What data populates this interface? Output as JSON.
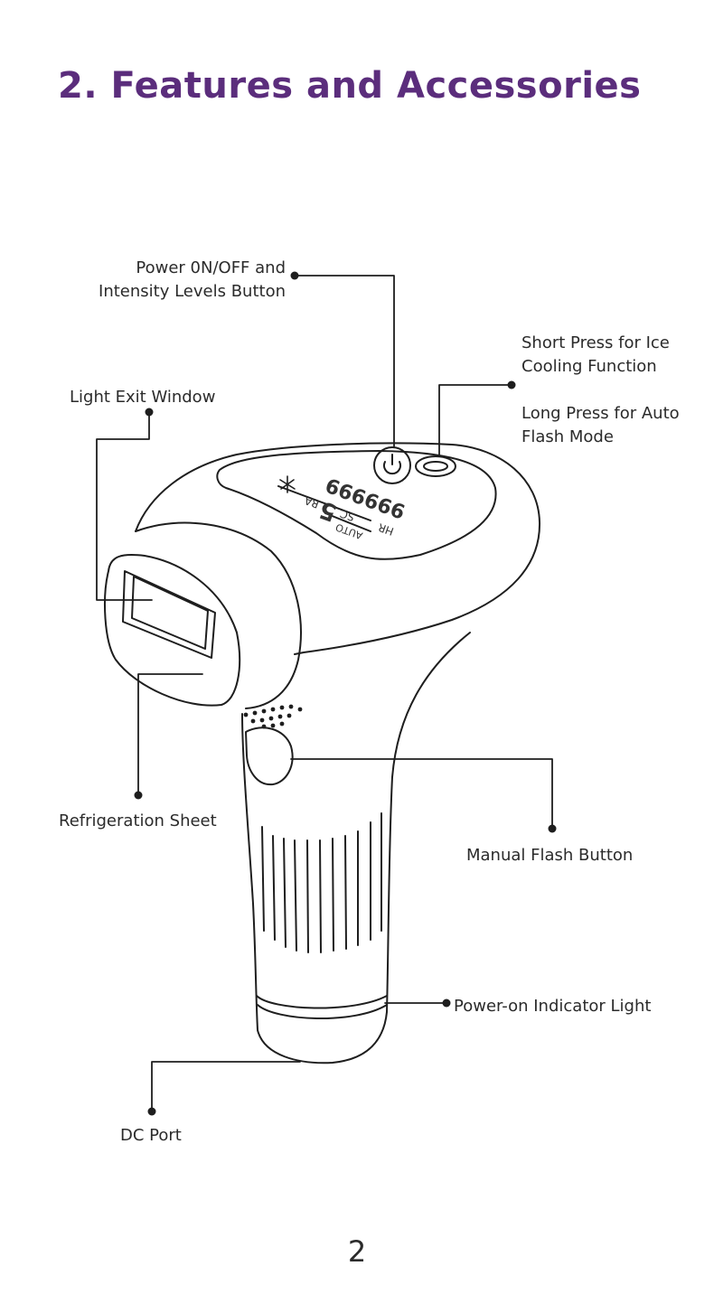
{
  "page": {
    "title": "2. Features and Accessories",
    "page_number": "2"
  },
  "labels": {
    "power_button": [
      "Power 0N/OFF and",
      "Intensity Levels Button"
    ],
    "ice_cooling": [
      "Short Press for Ice",
      "Cooling Function"
    ],
    "auto_flash": [
      "Long Press for Auto",
      "Flash Mode"
    ],
    "light_exit_window": "Light Exit Window",
    "refrigeration_sheet": "Refrigeration Sheet",
    "manual_flash": "Manual Flash Button",
    "power_indicator": "Power-on Indicator Light",
    "dc_port": "DC Port"
  },
  "display": {
    "counter": "999999",
    "modes": [
      "HR",
      "SC",
      "RA"
    ],
    "level": "5",
    "auto": "AUTO"
  },
  "colors": {
    "title": "#5b2d7c",
    "line": "#1e1e1e"
  }
}
